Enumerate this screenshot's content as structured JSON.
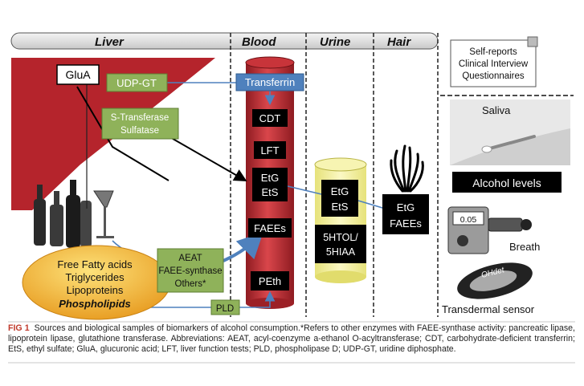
{
  "headers": [
    "Liver",
    "Blood",
    "Urine",
    "Hair"
  ],
  "liver": {
    "glua": "GluA",
    "udpgt": "UDP-GT",
    "sulfo": [
      "S-Transferase",
      "Sulfatase"
    ],
    "lipids": [
      "Free Fatty acids",
      "Triglycerides",
      "Lipoproteins",
      "Phospholipids"
    ],
    "aeat": [
      "AEAT",
      "FAEE-synthase",
      "Others*"
    ],
    "pld": "PLD"
  },
  "blood": {
    "transferrin": "Transferrin",
    "markers": [
      "CDT",
      "LFT",
      "EtG",
      "EtS",
      "FAEEs",
      "PEth"
    ]
  },
  "urine": {
    "markers": [
      "EtG",
      "EtS",
      "5HTOL/",
      "5HIAA"
    ]
  },
  "hair": {
    "markers": [
      "EtG",
      "FAEEs"
    ]
  },
  "right_panel": {
    "self_reports": [
      "Self-reports",
      "Clinical Interview",
      "Questionnaires"
    ],
    "saliva": "Saliva",
    "alcohol_levels": "Alcohol levels",
    "breath_display": "0.05",
    "breath": "Breath",
    "sensor_brand": "OHdet",
    "transdermal": "Transdermal sensor"
  },
  "colors": {
    "liver_red": "#b5242c",
    "green_box": "#8fb25a",
    "blue_box": "#4f81bd",
    "lipid_gold": "#f2b233",
    "urine_yellow": "#f3ef9a"
  },
  "caption": {
    "label": "FIG 1",
    "text": "Sources and biological samples of biomarkers of alcohol consumption.*Refers to other enzymes with FAEE-synthase activity: pancreatic lipase, lipoprotein lipase, glutathione transferase. Abbreviations: AEAT, acyl-coenzyme a-ethanol O-acyltransferase; CDT, carbohydrate-deficient transferrin; EtS, ethyl sulfate; GluA, glucuronic acid; LFT, liver function tests; PLD, phospholipase D; UDP-GT, uridine diphosphate."
  }
}
